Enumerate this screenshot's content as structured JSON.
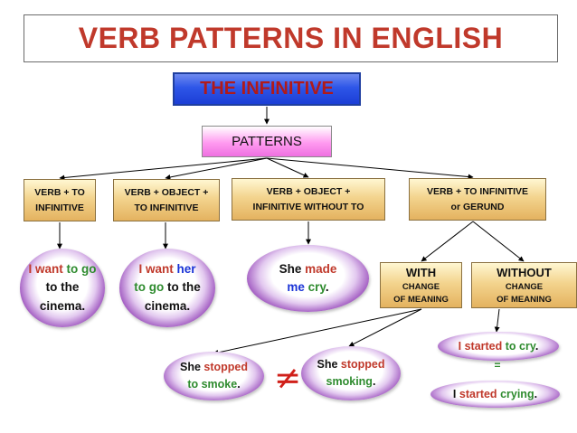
{
  "title": "VERB PATTERNS IN ENGLISH",
  "infinitive": "THE INFINITIVE",
  "patterns": "PATTERNS",
  "boxes": [
    {
      "line1": "VERB + TO",
      "line2": "INFINITIVE"
    },
    {
      "line1": "VERB + OBJECT +",
      "line2": "TO INFINITIVE"
    },
    {
      "line1": "VERB + OBJECT +",
      "line2": "INFINITIVE WITHOUT TO"
    },
    {
      "line1": "VERB + TO INFINITIVE",
      "line2": "or  GERUND"
    }
  ],
  "with_box": {
    "big": "WITH",
    "line1": "CHANGE",
    "line2": "OF MEANING"
  },
  "without_box": {
    "big": "WITHOUT",
    "line1": "CHANGE",
    "line2": "OF MEANING"
  },
  "examples": {
    "ex1": {
      "w1": "I",
      "w2": "want",
      "w3": "to go",
      "w4": "to the",
      "w5": "cinema."
    },
    "ex2": {
      "w1": "I",
      "w2": "want",
      "w3": "her",
      "w4": "to go",
      "w5": "to the",
      "w6": "cinema."
    },
    "ex3": {
      "w1": "She",
      "w2": "made",
      "w3": "me",
      "w4": "cry",
      "w5": "."
    },
    "ex4": {
      "w1": "She",
      "w2": "stopped",
      "w3": "to smoke",
      "w4": "."
    },
    "ex5": {
      "w1": "She",
      "w2": "stopped",
      "w3": "smoking",
      "w4": "."
    },
    "ex6": {
      "w1": "I",
      "w2": "started",
      "w3": "to cry",
      "w4": "."
    },
    "ex7": {
      "w1": "I",
      "w2": "started",
      "w3": "crying",
      "w4": "."
    }
  },
  "not_equal": "≠",
  "equal": "=",
  "colors": {
    "title": "#c0392b",
    "verb": "#c0392b",
    "infinitive": "#2e8b2e",
    "object": "#1a33d6",
    "inequality": "#d0201a"
  }
}
